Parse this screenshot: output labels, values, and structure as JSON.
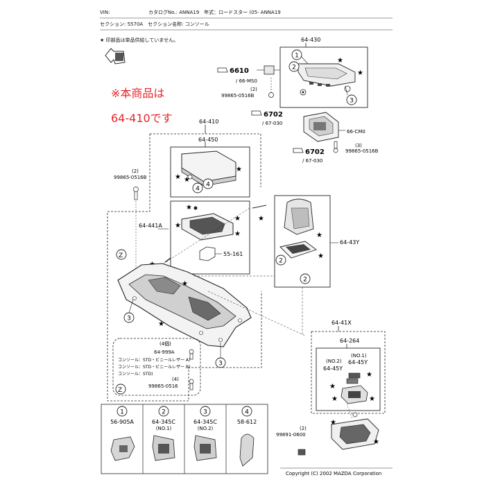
{
  "header": {
    "vin": "VIN:",
    "catalog": "カタログNo.: ANNA19　年式：ロードスター (05- ANNA19",
    "section": "セクション: 5570A　セクション名称: コンソール",
    "legend": "★ 印部品は単品供給していません。"
  },
  "note": {
    "line1": "※本商品は",
    "line2": "64-410です"
  },
  "parts": {
    "p64_430": "64-430",
    "p6610": "6610",
    "p6610_sub": "/ 66-MS0",
    "qty2a": "(2)",
    "p99865_0516b_a": "99865-0516B",
    "p6702_a": "6702",
    "p6702_a_sub": "/ 67-030",
    "p66_cm0": "66-CM0",
    "p6702_b": "6702",
    "p6702_b_sub": "/ 67-030",
    "qty3": "(3)",
    "p99865_0516b_b": "99865-0516B",
    "p64_410": "64-410",
    "p64_450": "64-450",
    "qty2b": "(2)",
    "p99865_0516b_c": "99865-0516B",
    "p64_441a": "64-441A",
    "p55_161": "55-161",
    "p64_43y": "64-43Y",
    "zone_z1": "Z",
    "zone_z2": "Z",
    "qty4a": "(4個)",
    "p64_999a": "64-999A",
    "console_a": "コンソール：STD・ビニールレザー A)",
    "console_b": "コンソール：STD・ビニールレザー B)",
    "console_c": "コンソール：STD)",
    "qty4b": "(4)",
    "p99865_0516": "99865-0516",
    "p64_41x": "64-41X",
    "p64_264": "64-264",
    "no1": "(NO.1)",
    "no2": "(NO.2)",
    "p64_45y_a": "64-45Y",
    "p64_45y_b": "64-45Y",
    "qty2c": "(2)",
    "p99891_0600": "99891-0600"
  },
  "bottom_table": [
    {
      "num": "1",
      "part": "56-905A",
      "sub": ""
    },
    {
      "num": "2",
      "part": "64-345C",
      "sub": "(NO.1)"
    },
    {
      "num": "3",
      "part": "64-345C",
      "sub": "(NO.2)"
    },
    {
      "num": "4",
      "part": "58-612",
      "sub": ""
    }
  ],
  "copyright": "Copyright (C) 2002 MAZDA Corporation",
  "colors": {
    "note_red": "#e8232a",
    "line": "#222222",
    "fill_light": "#f2f2f2",
    "fill_mid": "#d9d9d9"
  }
}
